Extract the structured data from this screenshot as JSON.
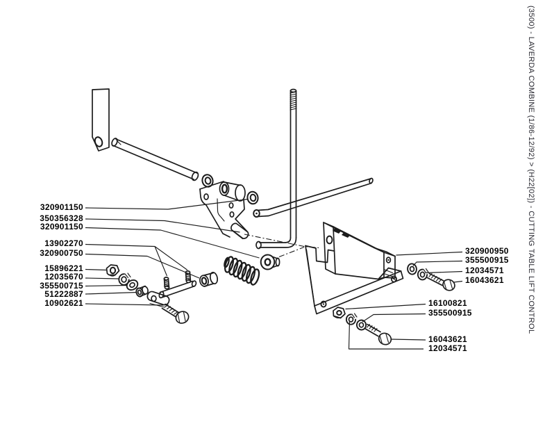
{
  "title": "(3500) - LAVERDA COMBINE (1/86-12/92) > (H22[02]) - CUTTING TABLE LIFT CONTROL",
  "labels": {
    "left": [
      "320901150",
      "350356328",
      "320901150",
      "13902270",
      "320900750",
      "15896221",
      "12035670",
      "355500715",
      "51222887",
      "10902621"
    ],
    "right_upper": [
      "320900950",
      "355500915",
      "12034571",
      "16043621"
    ],
    "right_lower": [
      "16100821",
      "355500915",
      "16043621",
      "12034571"
    ]
  },
  "colors": {
    "background": "#ffffff",
    "line_art": "#1c1c1c",
    "label_text": "#000000",
    "title_text": "#26262e"
  }
}
